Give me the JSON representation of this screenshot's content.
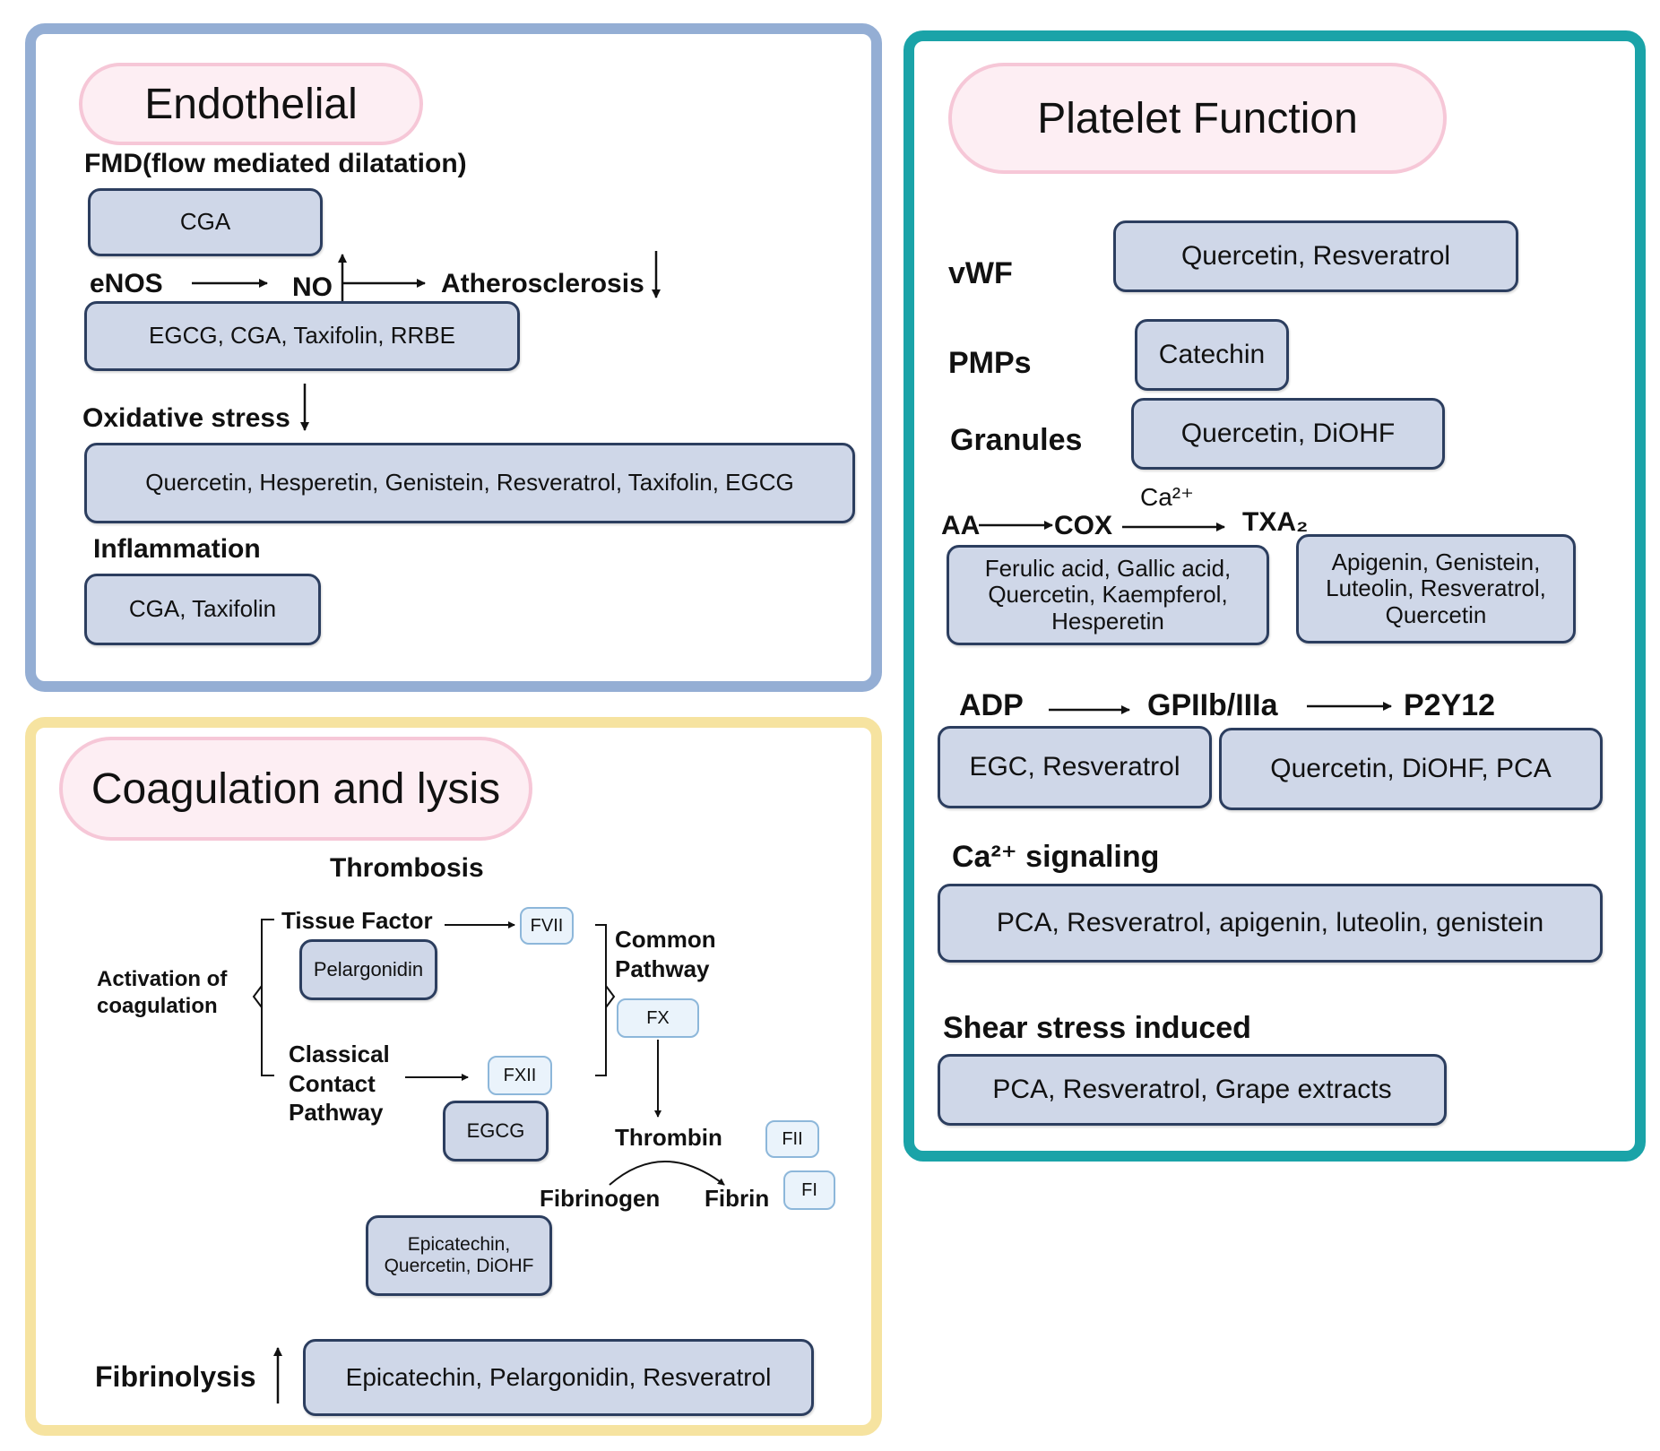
{
  "endothelial": {
    "title": "Endothelial",
    "fmd_label": "FMD(flow mediated dilatation)",
    "fmd_box": "CGA",
    "enos_label": "eNOS",
    "no_label": "NO",
    "athero_label": "Atherosclerosis",
    "enos_box": "EGCG, CGA, Taxifolin, RRBE",
    "oxidative_label": "Oxidative stress",
    "oxidative_box": "Quercetin, Hesperetin, Genistein, Resveratrol, Taxifolin, EGCG",
    "inflammation_label": "Inflammation",
    "inflammation_box": "CGA, Taxifolin"
  },
  "coagulation": {
    "title": "Coagulation and lysis",
    "thrombosis_label": "Thrombosis",
    "activation_label": "Activation of coagulation",
    "tissue_factor_label": "Tissue Factor",
    "fvii": "FVII",
    "pelargonidin_box": "Pelargonidin",
    "classical_label": "Classical Contact Pathway",
    "fxii": "FXII",
    "egcg_box": "EGCG",
    "common_label": "Common Pathway",
    "fx": "FX",
    "thrombin_label": "Thrombin",
    "fii": "FII",
    "fibrinogen_label": "Fibrinogen",
    "fibrin_label": "Fibrin",
    "fi": "FI",
    "fibrin_box": "Epicatechin, Quercetin, DiOHF",
    "fibrinolysis_label": "Fibrinolysis",
    "fibrinolysis_box": "Epicatechin, Pelargonidin, Resveratrol"
  },
  "platelet": {
    "title": "Platelet Function",
    "vwf_label": "vWF",
    "vwf_box": "Quercetin, Resveratrol",
    "pmps_label": "PMPs",
    "pmps_box": "Catechin",
    "granules_label": "Granules",
    "granules_box": "Quercetin, DiOHF",
    "aa_label": "AA",
    "cox_label": "COX",
    "ca_label": "Ca²⁺",
    "txa_label": "TXA₂",
    "cox_box": "Ferulic acid, Gallic acid, Quercetin, Kaempferol, Hesperetin",
    "txa_box": "Apigenin, Genistein, Luteolin,  Resveratrol, Quercetin",
    "adp_label": "ADP",
    "gp_label": "GPIIb/IIIa",
    "p2y12_label": "P2Y12",
    "adp_box": "EGC, Resveratrol",
    "gp_box": "Quercetin, DiOHF, PCA",
    "ca_signal_label": "Ca²⁺ signaling",
    "ca_signal_box": "PCA, Resveratrol, apigenin, luteolin, genistein",
    "shear_label": "Shear stress induced",
    "shear_box": "PCA, Resveratrol, Grape extracts"
  },
  "colors": {
    "endothelial_border": "#94aed4",
    "coagulation_border": "#f6e3a0",
    "platelet_border": "#1aa3a8",
    "title_pill_fill": "#fdeef3",
    "title_pill_border": "#f6c7d7",
    "compound_box_fill": "#cfd7e8",
    "compound_box_border": "#2c3e5f",
    "factor_fill": "#eaf3fb",
    "factor_border": "#8db7da"
  }
}
